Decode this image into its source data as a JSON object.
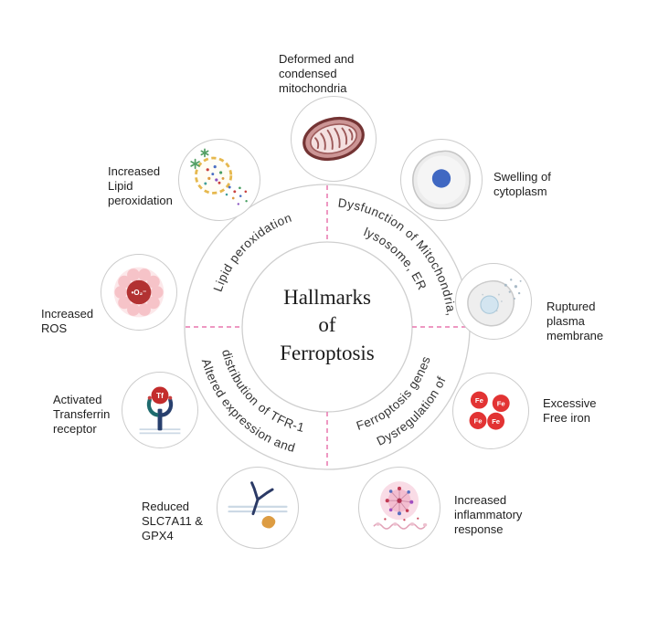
{
  "center": {
    "title": "Hallmarks\nof\nFerroptosis"
  },
  "ring": {
    "top_left": {
      "line1": "Lipid peroxidation"
    },
    "top_right": {
      "line1": "Dysfunction of Mitochondria,",
      "line2": "lysosome, ER"
    },
    "bottom_left": {
      "line1": "Altered expression and",
      "line2": "distribution of TFR-1"
    },
    "bottom_right": {
      "line1": "Dysregulation of",
      "line2": "Ferroptosis genes"
    }
  },
  "nodes": {
    "mitochondria": {
      "label": "Deformed and\ncondensed\nmitochondria"
    },
    "cytoplasm": {
      "label": "Swelling of\ncytoplasm"
    },
    "membrane": {
      "label": "Ruptured\nplasma\nmembrane"
    },
    "iron": {
      "label": "Excessive\nFree iron",
      "symbol": "Fe"
    },
    "inflammation": {
      "label": "Increased\ninflammatory\nresponse"
    },
    "slc7a11": {
      "label": "Reduced\nSLC7A11 &\nGPX4"
    },
    "transferrin": {
      "label": "Activated\nTransferrin\nreceptor",
      "symbol": "Tf"
    },
    "ros": {
      "label": "Increased\nROS",
      "symbol": "•O₂⁻"
    },
    "lipid": {
      "label": "Increased\nLipid\nperoxidation"
    }
  },
  "icons": [
    "mitochondria-icon",
    "swollen-cell-icon",
    "ruptured-membrane-icon",
    "iron-fe-icon",
    "inflammation-icon",
    "membrane-antibody-icon",
    "transferrin-receptor-icon",
    "ros-superoxide-icon",
    "lipid-peroxidation-icon"
  ],
  "colors": {
    "divider_pink": "#e877ad",
    "circle_border": "#cccccc",
    "iron_red": "#e23333",
    "ros_red": "#b23232",
    "nucleus_blue": "#4068c2",
    "membrane_blue": "#ccd9e5",
    "mito_maroon": "#743434"
  }
}
